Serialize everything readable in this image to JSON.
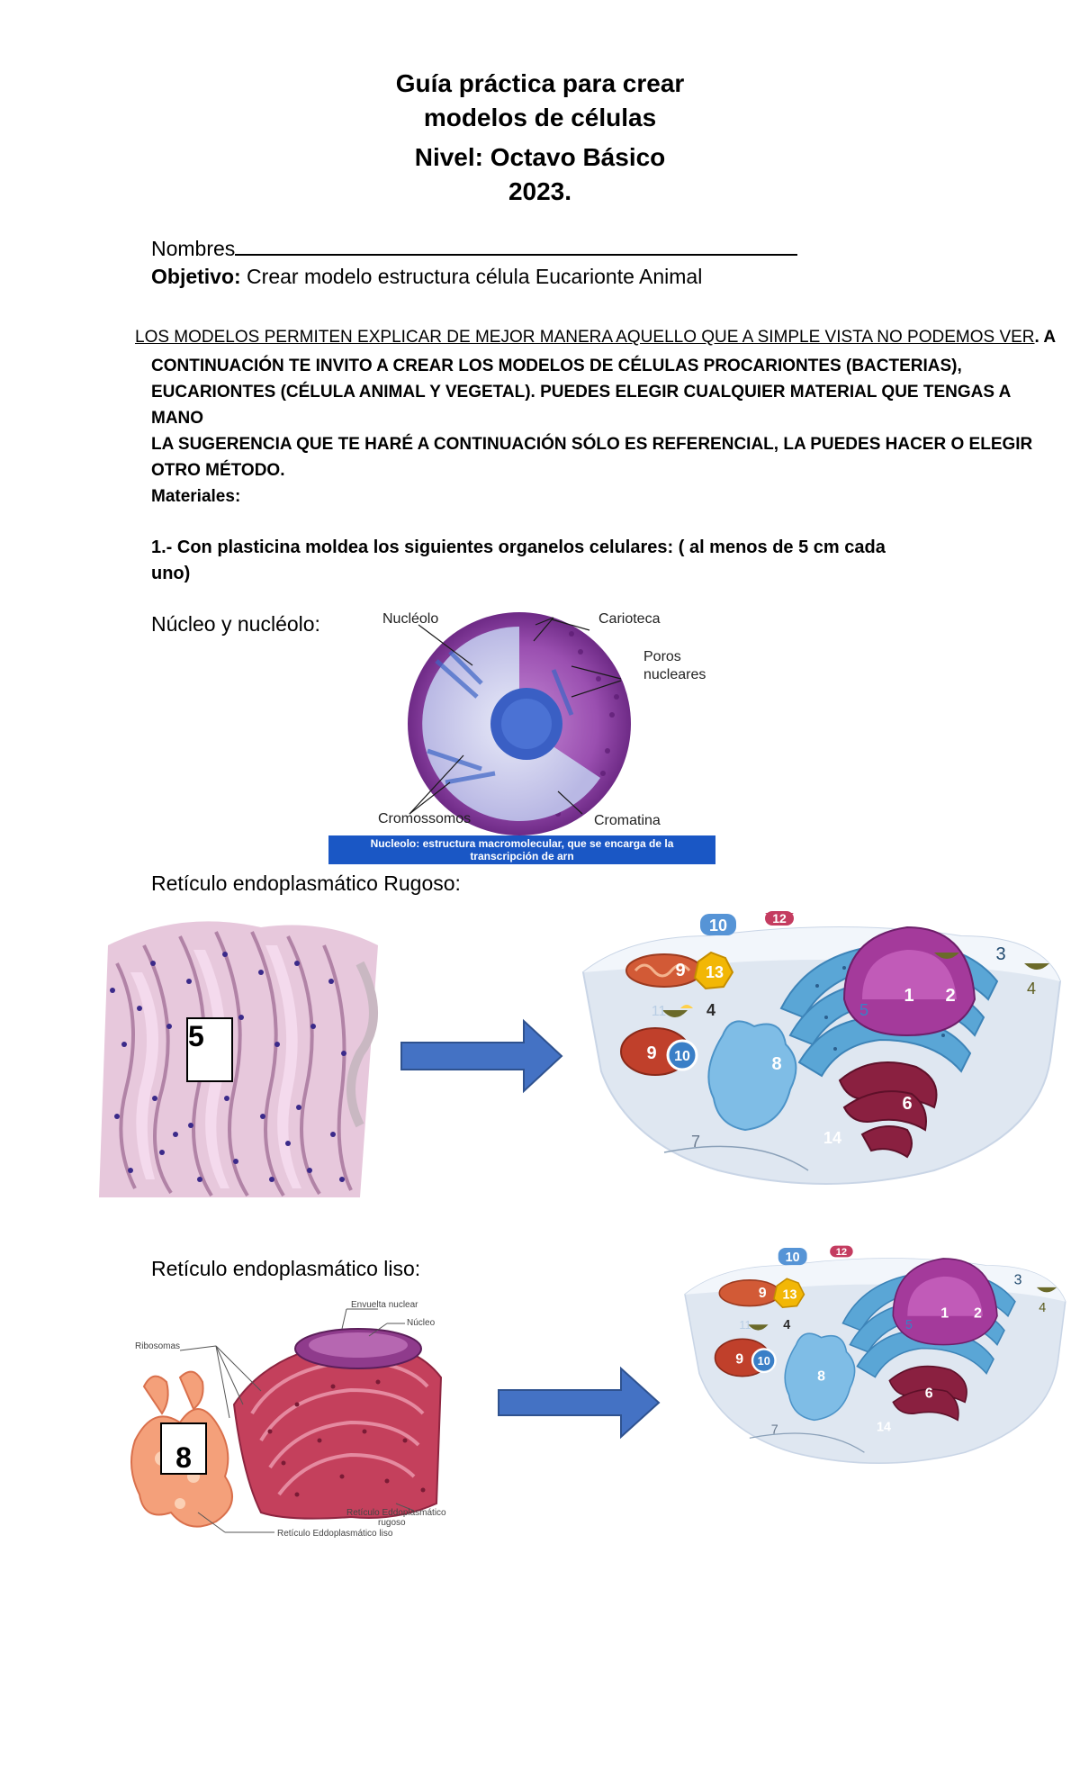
{
  "header": {
    "title_line1": "Guía práctica para crear",
    "title_line2": "modelos de células",
    "level": "Nivel: Octavo Básico",
    "year": "2023."
  },
  "fields": {
    "nombres_label": "Nombres",
    "objective_label": "Objetivo:",
    "objective_text": " Crear modelo estructura célula Eucarionte Animal"
  },
  "intro": {
    "underlined": "LOS MODELOS PERMITEN EXPLICAR DE MEJOR MANERA AQUELLO QUE A SIMPLE VISTA NO PODEMOS VER",
    "tail": ". A",
    "lines": [
      "CONTINUACIÓN TE INVITO A CREAR LOS MODELOS DE CÉLULAS PROCARIONTES (BACTERIAS),",
      "EUCARIONTES (CÉLULA ANIMAL Y VEGETAL). PUEDES ELEGIR CUALQUIER MATERIAL QUE TENGAS A",
      "MANO",
      "LA SUGERENCIA QUE TE HARÉ A CONTINUACIÓN SÓLO ES REFERENCIAL, LA PUEDES HACER O ELEGIR",
      "OTRO MÉTODO."
    ],
    "materials": "Materiales:"
  },
  "instruction": {
    "line1": "1.- Con plasticina moldea los siguientes organelos celulares: ( al menos de 5 cm cada",
    "line2": "uno)"
  },
  "nucleus": {
    "label": "Núcleo y nucléolo:",
    "labels": {
      "nucleolo": "Nucléolo",
      "carioteca": "Carioteca",
      "poros1": "Poros",
      "poros2": "nucleares",
      "cromossomos": "Cromossomos",
      "cromatina": "Cromatina"
    },
    "caption1": "Nucleolo: estructura macromolecular, que se encarga de la",
    "caption2": "transcripción de arn"
  },
  "rer": {
    "label": "Retículo endoplasmático Rugoso:",
    "box_number": "5"
  },
  "ser": {
    "label": "Retículo endoplasmático liso:",
    "box_number": "8",
    "labels": {
      "envuelta": "Envuelta nuclear",
      "nucleo": "Núcleo",
      "ribosomas": "Ribosomas",
      "rugoso1": "Retículo Eddoplasmático",
      "rugoso2": "rugoso",
      "liso": "Retículo Eddoplasmático liso"
    }
  },
  "cell_numbers": [
    "1",
    "2",
    "3",
    "4",
    "4",
    "5",
    "6",
    "7",
    "8",
    "9",
    "9",
    "10",
    "10",
    "11",
    "12",
    "13",
    "14"
  ],
  "colors": {
    "arrow": "#4472c4",
    "caption_bar": "#1a57c5",
    "nucleus_purple": "#8a3fa0",
    "er_blue": "#5aa6d6",
    "golgi_red": "#8a2040",
    "cytoplasm": "#dfe7f1"
  }
}
